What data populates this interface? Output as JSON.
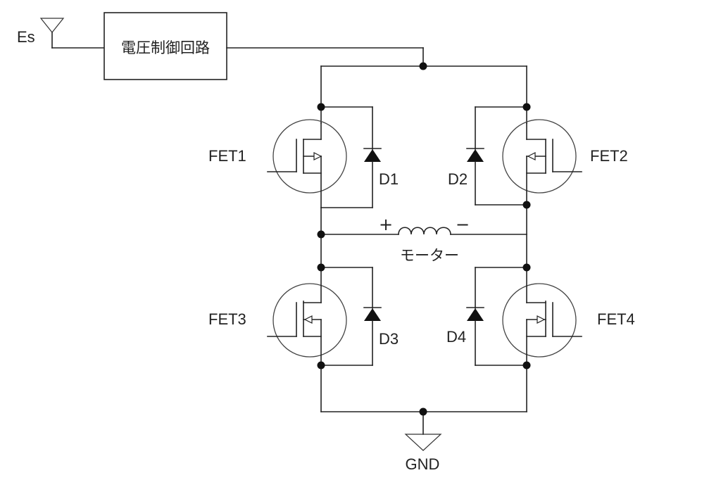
{
  "labels": {
    "supply": "Es",
    "controller": "電圧制御回路",
    "fet1": "FET1",
    "fet2": "FET2",
    "fet3": "FET3",
    "fet4": "FET4",
    "d1": "D1",
    "d2": "D2",
    "d3": "D3",
    "d4": "D4",
    "motor_plus": "+",
    "motor_minus": "−",
    "motor": "モーター",
    "ground": "GND"
  }
}
